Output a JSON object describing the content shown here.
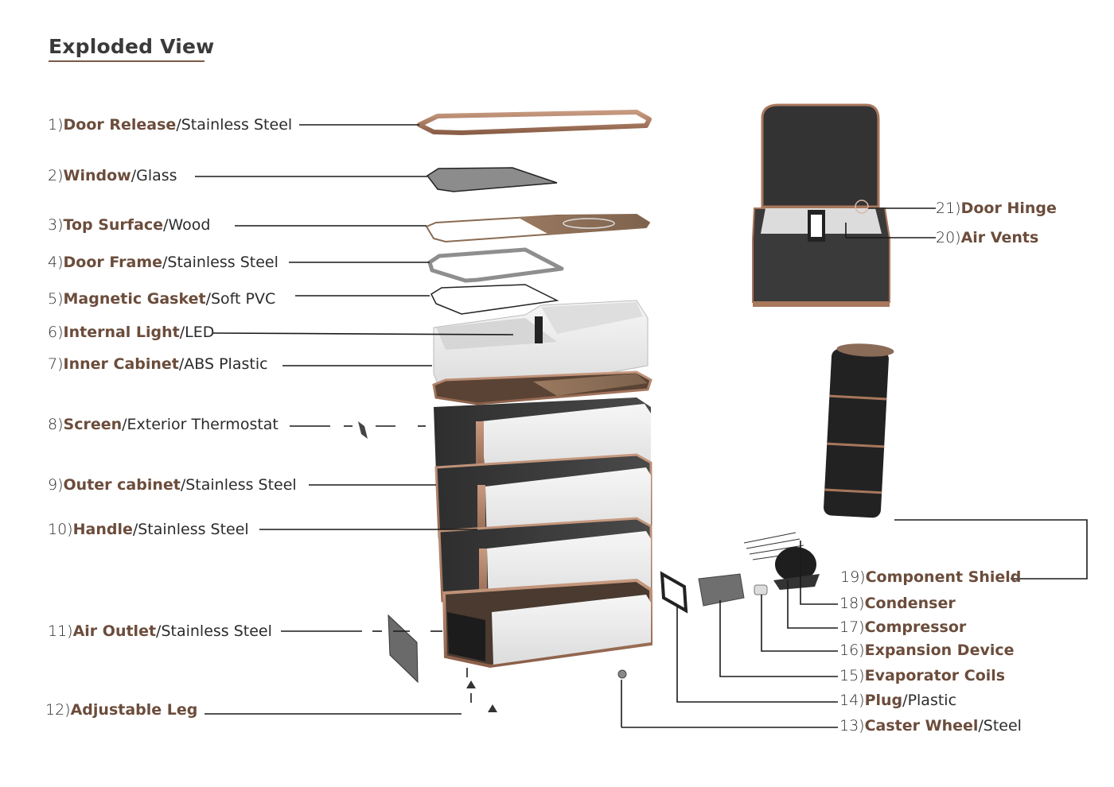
{
  "title": "Exploded View",
  "colors": {
    "part_name": "#6b4c3b",
    "leader_line": "#1a1a1a",
    "copper": "#a8775c",
    "dark_panel": "#3a3a3a",
    "white_panel": "#eeeeee",
    "wood": "#8a6b52",
    "title_underline": "#7a5b46"
  },
  "labels": [
    {
      "num": "1)",
      "part": "Door Release",
      "material": "/Stainless Steel"
    },
    {
      "num": "2)",
      "part": "Window",
      "material": "/Glass"
    },
    {
      "num": "3)",
      "part": "Top Surface",
      "material": "/Wood"
    },
    {
      "num": "4)",
      "part": "Door Frame",
      "material": "/Stainless Steel"
    },
    {
      "num": "5)",
      "part": "Magnetic Gasket",
      "material": "/Soft PVC"
    },
    {
      "num": "6)",
      "part": "Internal Light",
      "material": "/LED"
    },
    {
      "num": "7)",
      "part": "Inner Cabinet",
      "material": "/ABS Plastic"
    },
    {
      "num": "8)",
      "part": "Screen",
      "material": "/Exterior Thermostat"
    },
    {
      "num": "9)",
      "part": "Outer cabinet",
      "material": "/Stainless Steel"
    },
    {
      "num": "10)",
      "part": "Handle",
      "material": "/Stainless Steel"
    },
    {
      "num": "11)",
      "part": "Air Outlet",
      "material": "/Stainless Steel"
    },
    {
      "num": "12)",
      "part": "Adjustable Leg",
      "material": ""
    },
    {
      "num": "13)",
      "part": "Caster Wheel",
      "material": "/Steel"
    },
    {
      "num": "14)",
      "part": "Plug",
      "material": "/Plastic"
    },
    {
      "num": "15)",
      "part": "Evaporator Coils",
      "material": ""
    },
    {
      "num": "16)",
      "part": "Expansion Device",
      "material": ""
    },
    {
      "num": "17)",
      "part": "Compressor",
      "material": ""
    },
    {
      "num": "18)",
      "part": "Condenser",
      "material": ""
    },
    {
      "num": "19)",
      "part": "Component Shield",
      "material": ""
    },
    {
      "num": "20)",
      "part": "Air Vents",
      "material": ""
    },
    {
      "num": "21)",
      "part": "Door Hinge",
      "material": ""
    }
  ]
}
